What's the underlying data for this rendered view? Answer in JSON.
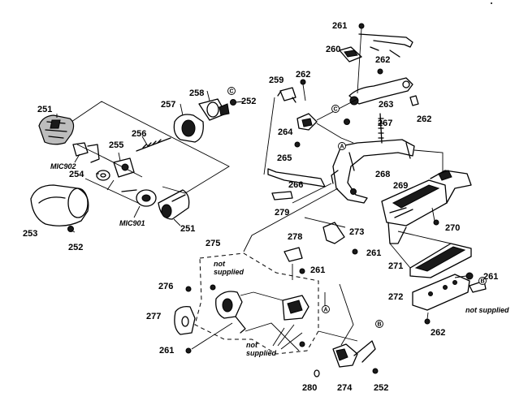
{
  "parts": {
    "p251a": "251",
    "p251b": "251",
    "p252a": "252",
    "p252b": "252",
    "p252c": "252",
    "p253": "253",
    "p254": "254",
    "p255": "255",
    "p256": "256",
    "p257": "257",
    "p258": "258",
    "p259": "259",
    "p260": "260",
    "p261a": "261",
    "p261b": "261",
    "p261c": "261",
    "p261d": "261",
    "p261e": "261",
    "p262a": "262",
    "p262b": "262",
    "p262c": "262",
    "p262d": "262",
    "p263": "263",
    "p264": "264",
    "p265": "265",
    "p266": "266",
    "p267": "267",
    "p268": "268",
    "p269": "269",
    "p270": "270",
    "p271": "271",
    "p272": "272",
    "p273": "273",
    "p274": "274",
    "p275": "275",
    "p276": "276",
    "p277": "277",
    "p278": "278",
    "p279": "279",
    "p280": "280"
  },
  "components": {
    "mic902": "MIC902",
    "mic901": "MIC901"
  },
  "notes": {
    "not": "not",
    "supplied": "supplied",
    "not_supplied": "not supplied"
  },
  "refs": {
    "a": "A",
    "b": "B",
    "c": "C"
  }
}
